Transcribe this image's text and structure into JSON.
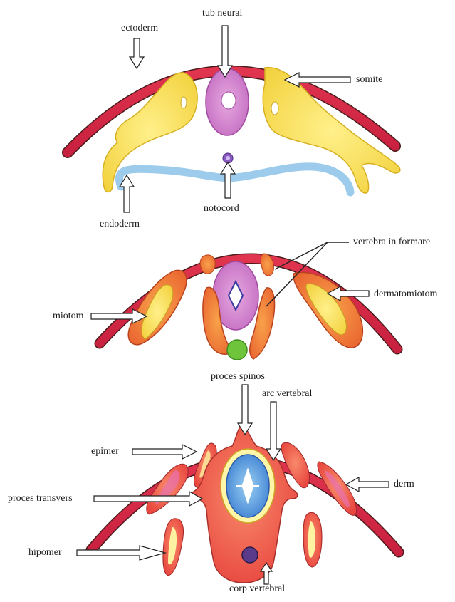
{
  "labels": {
    "ectoderm": "ectoderm",
    "tub_neural": "tub neural",
    "somite": "somite",
    "endoderm": "endoderm",
    "notocord": "notocord",
    "vertebra_in_formare": "vertebra in formare",
    "dermatomiotom": "dermatomiotom",
    "miotom": "miotom",
    "proces_spinos": "proces spinos",
    "arc_vertebral": "arc vertebral",
    "epimer": "epimer",
    "derm": "derm",
    "proces_transvers": "proces transvers",
    "hipomer": "hipomer",
    "corp_vertebral": "corp vertebral"
  },
  "colors": {
    "ectoderm_red": "#d8284a",
    "somite_yellow": "#f6dc45",
    "neural_tube_purple": "#c86cc4",
    "endoderm_blue": "#8ec4ea",
    "notochord_purple": "#7a4bb0",
    "muscle_orange": "#f07a3e",
    "vertebra_red": "#ee5a4e",
    "spinal_blue": "#4a8ad8",
    "notochord_green": "#6ec43a"
  }
}
